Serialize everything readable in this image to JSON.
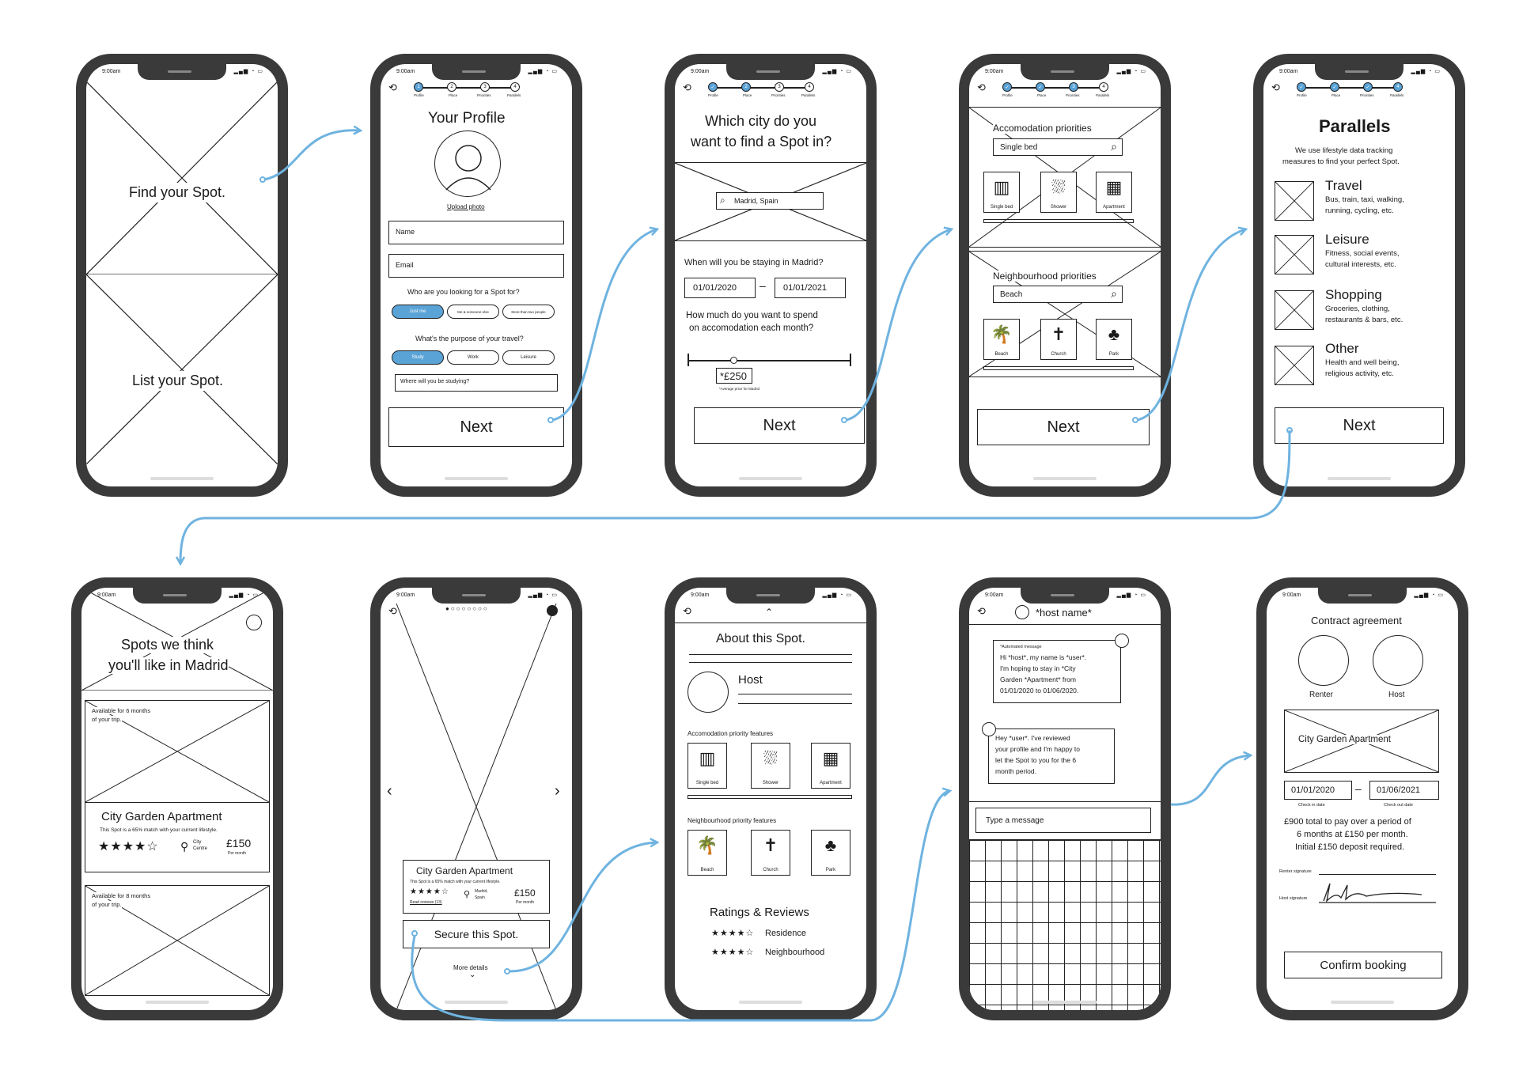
{
  "status_time": "9:00am",
  "screen1": {
    "find": "Find your Spot.",
    "list": "List your Spot."
  },
  "screen2": {
    "title": "Your Profile",
    "upload": "Upload photo",
    "name_ph": "Name",
    "email_ph": "Email",
    "q1": "Who are you looking for a Spot for?",
    "who": [
      "Just me",
      "Me & someone else",
      "More than two people"
    ],
    "q2": "What's the purpose of your travel?",
    "purpose": [
      "Study",
      "Work",
      "Leisure"
    ],
    "study_ph": "Where will you be studying?",
    "next": "Next"
  },
  "steps": [
    "Profile",
    "Place",
    "Priorities",
    "Parallels"
  ],
  "screen3": {
    "title1": "Which city do you",
    "title2": "want to find a Spot in?",
    "city": "Madrid, Spain",
    "q_dates": "When will you be staying in Madrid?",
    "date_from": "01/01/2020",
    "date_to": "01/01/2021",
    "q_spend1": "How much do you want to spend",
    "q_spend2": "on accomodation each month?",
    "budget": "*£250",
    "budget_note": "*Average price for Madrid",
    "next": "Next"
  },
  "screen4": {
    "acc_title": "Accomodation priorities",
    "acc_search": "Single bed",
    "acc_tiles": [
      "Single bed",
      "Shower",
      "Apartment"
    ],
    "nb_title": "Neighbourhood priorities",
    "nb_search": "Beach",
    "nb_tiles": [
      "Beach",
      "Church",
      "Park"
    ],
    "next": "Next"
  },
  "screen5": {
    "title": "Parallels",
    "intro1": "We use lifestyle data tracking",
    "intro2": "measures to find your perfect Spot.",
    "items": [
      {
        "name": "Travel",
        "d1": "Bus, train, taxi, walking,",
        "d2": "running, cycling, etc."
      },
      {
        "name": "Leisure",
        "d1": "Fitness, social events,",
        "d2": "cultural interests, etc."
      },
      {
        "name": "Shopping",
        "d1": "Groceries, clothing,",
        "d2": "restaurants & bars, etc."
      },
      {
        "name": "Other",
        "d1": "Health and well being,",
        "d2": "religious activity, etc."
      }
    ],
    "next": "Next"
  },
  "screen6": {
    "title1": "Spots we think",
    "title2": "you'll like in Madrid",
    "avail1a": "Available for 6 months",
    "avail1b": "of your trip.",
    "apt": "City Garden Apartment",
    "match": "This Spot is a 65% match with your current lifestyle.",
    "rating_stars": "★★★★☆",
    "loc1": "City",
    "loc2": "Centre",
    "price": "£150",
    "per": "Per month",
    "avail2a": "Available for 8 months",
    "avail2b": "of your trip."
  },
  "screen7": {
    "apt": "City Garden Apartment",
    "match": "This Spot is a 65% match with your current lifestyle.",
    "rating_stars": "★★★★☆",
    "reviews": "Read reviews (13)",
    "loc1": "Madrid,",
    "loc2": "Spain",
    "price": "£150",
    "per": "Per month",
    "secure": "Secure this Spot.",
    "more": "More details"
  },
  "screen8": {
    "title": "About this Spot.",
    "host": "Host",
    "acc_title": "Accomodation priority features",
    "acc_tiles": [
      "Single bed",
      "Shower",
      "Apartment"
    ],
    "nb_title": "Neighbourhood priority features",
    "nb_tiles": [
      "Beach",
      "Church",
      "Park"
    ],
    "ratings": "Ratings & Reviews",
    "r1_stars": "★★★★☆",
    "r1": "Residence",
    "r2_stars": "★★★★☆",
    "r2": "Neighbourhood"
  },
  "screen9": {
    "host": "*host name*",
    "auto": "*Automated message",
    "m1": [
      "Hi *host*, my name is *user*.",
      "I'm hoping to stay in *City",
      "Garden *Apartment* from",
      "01/01/2020 to 01/06/2020."
    ],
    "m2": [
      "Hey *user*. I've reviewed",
      "your profile and I'm happy to",
      "let the Spot to you for the 6",
      "month period."
    ],
    "input_ph": "Type a message"
  },
  "screen10": {
    "title": "Contract agreement",
    "renter": "Renter",
    "host": "Host",
    "apt": "City Garden Apartment",
    "in": "01/01/2020",
    "out": "01/06/2021",
    "in_lbl": "Check in date",
    "out_lbl": "Check out date",
    "t1": "£900 total to pay over a period of",
    "t2": "6 months at £150 per month.",
    "t3": "Initial £150 deposit required.",
    "renter_sig": "Renter signature",
    "host_sig": "Host signature",
    "confirm": "Confirm booking"
  },
  "colors": {
    "flow_arrow": "#6fb3e0",
    "accent": "#5aa3d6",
    "phone_frame": "#3a3a3a"
  },
  "icons": [
    "cross-placeholder-icon",
    "profile-silhouette-icon",
    "search-icon",
    "bed-icon",
    "shower-icon",
    "building-icon",
    "palm-tree-icon",
    "church-icon",
    "park-icon",
    "back-icon",
    "heart-icon",
    "chevron-left-icon",
    "chevron-right-icon",
    "chevron-down-icon",
    "chevron-up-icon",
    "location-pin-icon"
  ]
}
